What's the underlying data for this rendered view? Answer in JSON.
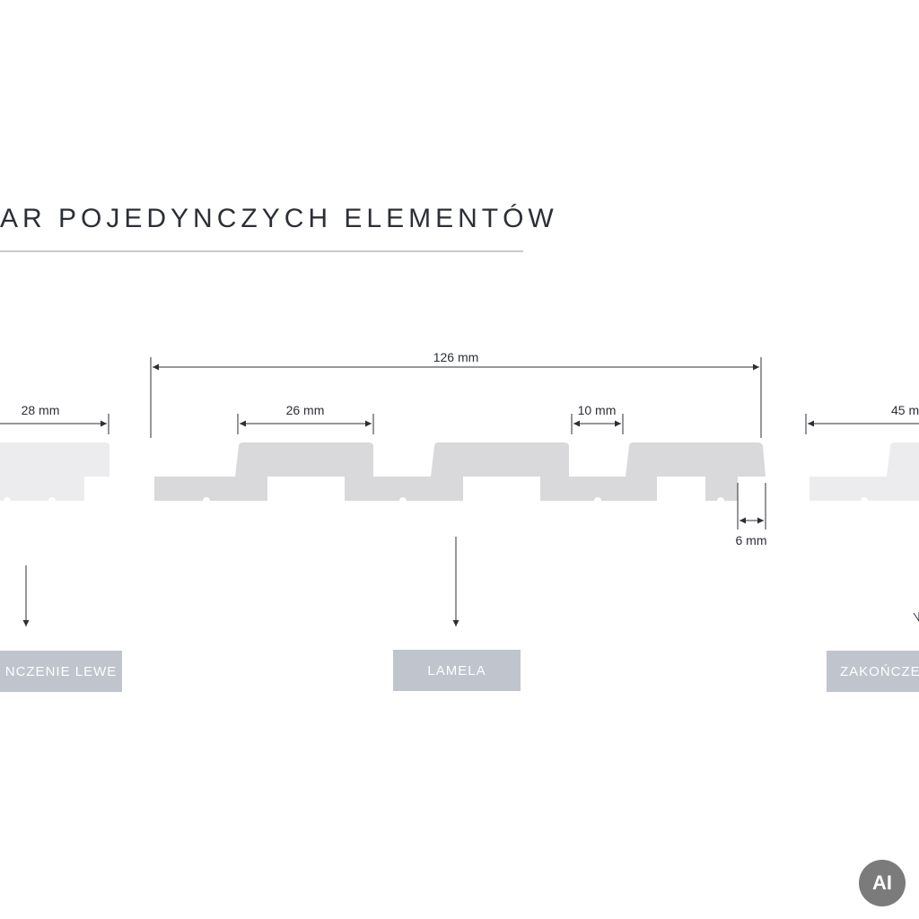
{
  "title": "AR POJEDYNCZYCH ELEMENTÓW",
  "dimensions": {
    "left_width": "28 mm",
    "total_width": "126 mm",
    "slat_top": "26 mm",
    "groove": "10 mm",
    "lip": "6 mm",
    "right_width": "45 m"
  },
  "labels": {
    "left": "NCZENIE LEWE",
    "center": "LAMELA",
    "right": "ZAKOŃCZE"
  },
  "badge": "AI",
  "colors": {
    "profile_fill": "#d9d9db",
    "profile_fill_light": "#ececee",
    "label_bg": "#bfc4cd",
    "line": "#2c2f35"
  }
}
